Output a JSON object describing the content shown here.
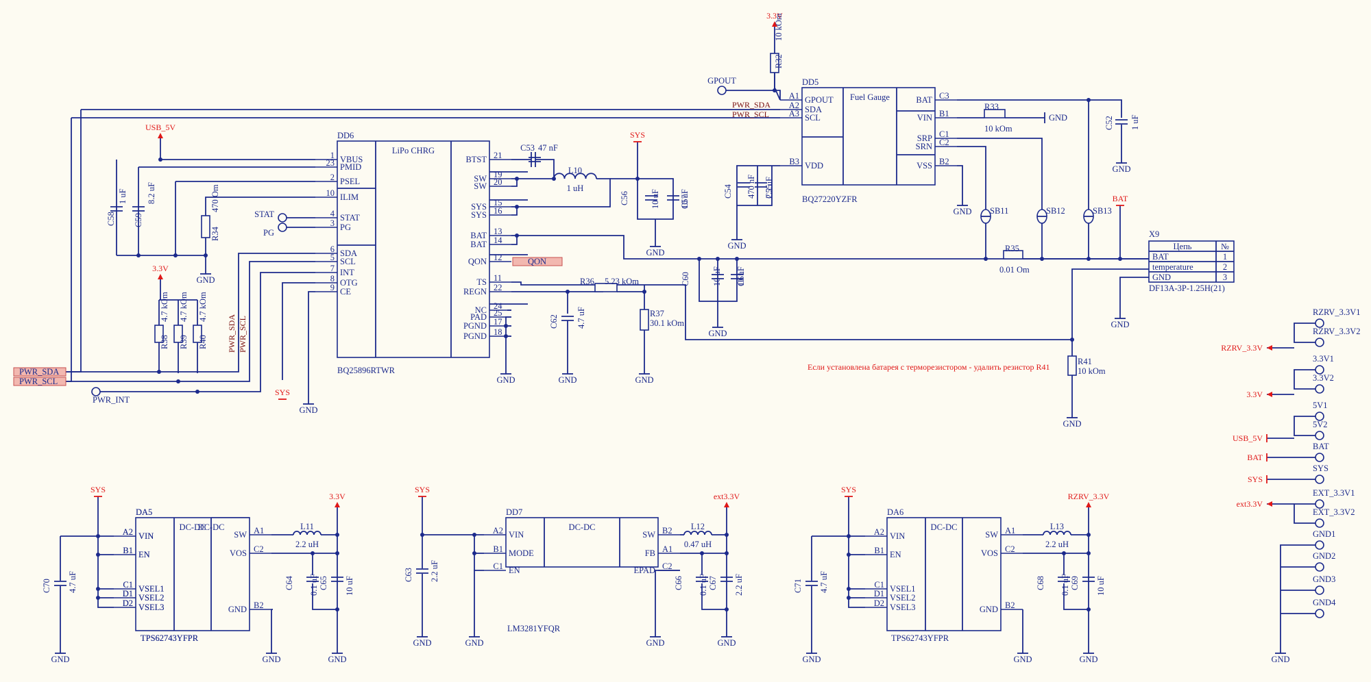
{
  "chips": {
    "dd6": {
      "ref": "DD6",
      "func": "LiPo CHRG",
      "part": "BQ25896RTWR",
      "left": [
        [
          "1",
          "VBUS"
        ],
        [
          "23",
          "PMID"
        ],
        [
          "2",
          "PSEL"
        ],
        [
          "10",
          "ILIM"
        ],
        [
          "4",
          "STAT"
        ],
        [
          "3",
          "PG"
        ],
        [
          "6",
          "SDA"
        ],
        [
          "5",
          "SCL"
        ],
        [
          "7",
          "INT"
        ],
        [
          "8",
          "OTG"
        ],
        [
          "9",
          "CE"
        ]
      ],
      "right": [
        [
          "21",
          "BTST"
        ],
        [
          "19",
          "SW"
        ],
        [
          "20",
          "SW"
        ],
        [
          "15",
          "SYS"
        ],
        [
          "16",
          "SYS"
        ],
        [
          "13",
          "BAT"
        ],
        [
          "14",
          "BAT"
        ],
        [
          "12",
          "QON"
        ],
        [
          "11",
          "TS"
        ],
        [
          "22",
          "REGN"
        ],
        [
          "24",
          "NC"
        ],
        [
          "25",
          "PAD"
        ],
        [
          "17",
          "PGND"
        ],
        [
          "18",
          "PGND"
        ]
      ]
    },
    "dd5": {
      "ref": "DD5",
      "func": "Fuel Gauge",
      "part": "BQ27220YZFR",
      "left": [
        [
          "A1",
          "GPOUT"
        ],
        [
          "A2",
          "SDA"
        ],
        [
          "A3",
          "SCL"
        ],
        [
          "B3",
          "VDD"
        ]
      ],
      "right": [
        [
          "C3",
          "BAT"
        ],
        [
          "B1",
          "VIN"
        ],
        [
          "C1",
          "SRP"
        ],
        [
          "C2",
          "SRN"
        ],
        [
          "B2",
          "VSS"
        ]
      ]
    },
    "da5": {
      "ref": "DA5",
      "func": "DC-DC",
      "part": "TPS62743YFPR",
      "left": [
        [
          "A2",
          "VIN"
        ],
        [
          "B1",
          "EN"
        ],
        [
          "C1",
          "VSEL1"
        ],
        [
          "D1",
          "VSEL2"
        ],
        [
          "D2",
          "VSEL3"
        ]
      ],
      "right": [
        [
          "A1",
          "SW"
        ],
        [
          "C2",
          "VOS"
        ],
        [
          "B2",
          "GND"
        ]
      ]
    },
    "dd7": {
      "ref": "DD7",
      "func": "DC-DC",
      "part": "LM3281YFQR",
      "left": [
        [
          "A2",
          "VIN"
        ],
        [
          "B1",
          "MODE"
        ],
        [
          "C1",
          "EN"
        ]
      ],
      "right": [
        [
          "B2",
          "SW"
        ],
        [
          "A1",
          "FB"
        ],
        [
          "C2",
          "EPAD"
        ]
      ]
    },
    "da6": {
      "ref": "DA6",
      "func": "DC-DC",
      "part": "TPS62743YFPR",
      "left": [
        [
          "A2",
          "VIN"
        ],
        [
          "B1",
          "EN"
        ],
        [
          "C1",
          "VSEL1"
        ],
        [
          "D1",
          "VSEL2"
        ],
        [
          "D2",
          "VSEL3"
        ]
      ],
      "right": [
        [
          "A1",
          "SW"
        ],
        [
          "C2",
          "VOS"
        ],
        [
          "B2",
          "GND"
        ]
      ]
    }
  },
  "parts": {
    "c58": {
      "ref": "C58",
      "val": "1 uF"
    },
    "c59": {
      "ref": "C59",
      "val": "8.2 uF"
    },
    "r34": {
      "ref": "R34",
      "val": "470 Om"
    },
    "r38": {
      "ref": "R38",
      "val": "4.7 kOm"
    },
    "r39": {
      "ref": "R39",
      "val": "4.7 kOm"
    },
    "r40": {
      "ref": "R40",
      "val": "4.7 kOm"
    },
    "c53": {
      "ref": "C53",
      "val": "47 nF"
    },
    "l10": {
      "ref": "L10",
      "val": "1 uH"
    },
    "c56": {
      "ref": "C56",
      "val": "10 uF"
    },
    "c57": {
      "ref": "C57",
      "val": "10 uF"
    },
    "r36": {
      "ref": "R36",
      "val": "5.23 kOm"
    },
    "r37": {
      "ref": "R37",
      "val": "30.1 kOm"
    },
    "c62": {
      "ref": "C62",
      "val": "4.7 uF"
    },
    "c60": {
      "ref": "C60",
      "val": "10 uF"
    },
    "c61": {
      "ref": "C61",
      "val": "10 uF"
    },
    "r41": {
      "ref": "R41",
      "val": "10 kOm"
    },
    "r32": {
      "ref": "R32",
      "val": "10 kOm"
    },
    "c54": {
      "ref": "C54",
      "val": "470 nF"
    },
    "c55": {
      "ref": "C55",
      "val": "2.2 uF"
    },
    "r33": {
      "ref": "R33",
      "val": "10 kOm"
    },
    "c52": {
      "ref": "C52",
      "val": "1 uF"
    },
    "r35": {
      "ref": "R35",
      "val": "0.01 Om"
    },
    "sb11": {
      "ref": "SB11"
    },
    "sb12": {
      "ref": "SB12"
    },
    "sb13": {
      "ref": "SB13"
    },
    "c70": {
      "ref": "C70",
      "val": "4.7 uF"
    },
    "l11": {
      "ref": "L11",
      "val": "2.2 uH"
    },
    "c64": {
      "ref": "C64",
      "val": "0.1 uF"
    },
    "c65": {
      "ref": "C65",
      "val": "10 uF"
    },
    "c63": {
      "ref": "C63",
      "val": "2.2 uF"
    },
    "l12": {
      "ref": "L12",
      "val": "0.47 uH"
    },
    "c66": {
      "ref": "C66",
      "val": "0.1 uF"
    },
    "c67": {
      "ref": "C67",
      "val": "2.2 uF"
    },
    "c71": {
      "ref": "C71",
      "val": "4.7 uF"
    },
    "l13": {
      "ref": "L13",
      "val": "2.2 uH"
    },
    "c68": {
      "ref": "C68",
      "val": "0.1 uF"
    },
    "c69": {
      "ref": "C69",
      "val": "10 uF"
    }
  },
  "nets": {
    "v33": "3.3V",
    "usb5v": "USB_5V",
    "sys": "SYS",
    "bat": "BAT",
    "gnd": "GND",
    "ext33": "ext3.3V",
    "rzrv33": "RZRV_3.3V",
    "pwr_sda": "PWR_SDA",
    "pwr_scl": "PWR_SCL",
    "pwr_int": "PWR_INT",
    "stat": "STAT",
    "pg": "PG",
    "gpout": "GPOUT",
    "qon": "QON"
  },
  "connector": {
    "ref": "X9",
    "part": "DF13A-3P-1.25H(21)",
    "col_net": "Цепь",
    "col_num": "№",
    "rows": [
      {
        "net": "BAT",
        "num": "1"
      },
      {
        "net": "temperature",
        "num": "2"
      },
      {
        "net": "GND",
        "num": "3"
      }
    ]
  },
  "note": "Если установлена батарея с терморезистором - удалить резистор R41",
  "testpoints": {
    "tp": [
      "RZRV_3.3V1",
      "RZRV_3.3V2",
      "3.3V1",
      "3.3V2",
      "5V1",
      "5V2",
      "BAT",
      "SYS",
      "EXT_3.3V1",
      "EXT_3.3V2",
      "GND1",
      "GND2",
      "GND3",
      "GND4"
    ],
    "rzrv": "RZRV_3.3V",
    "v33": "3.3V",
    "usb5v": "USB_5V",
    "bat": "BAT",
    "sys": "SYS",
    "ext33": "ext3.3V",
    "gnd": "GND"
  }
}
